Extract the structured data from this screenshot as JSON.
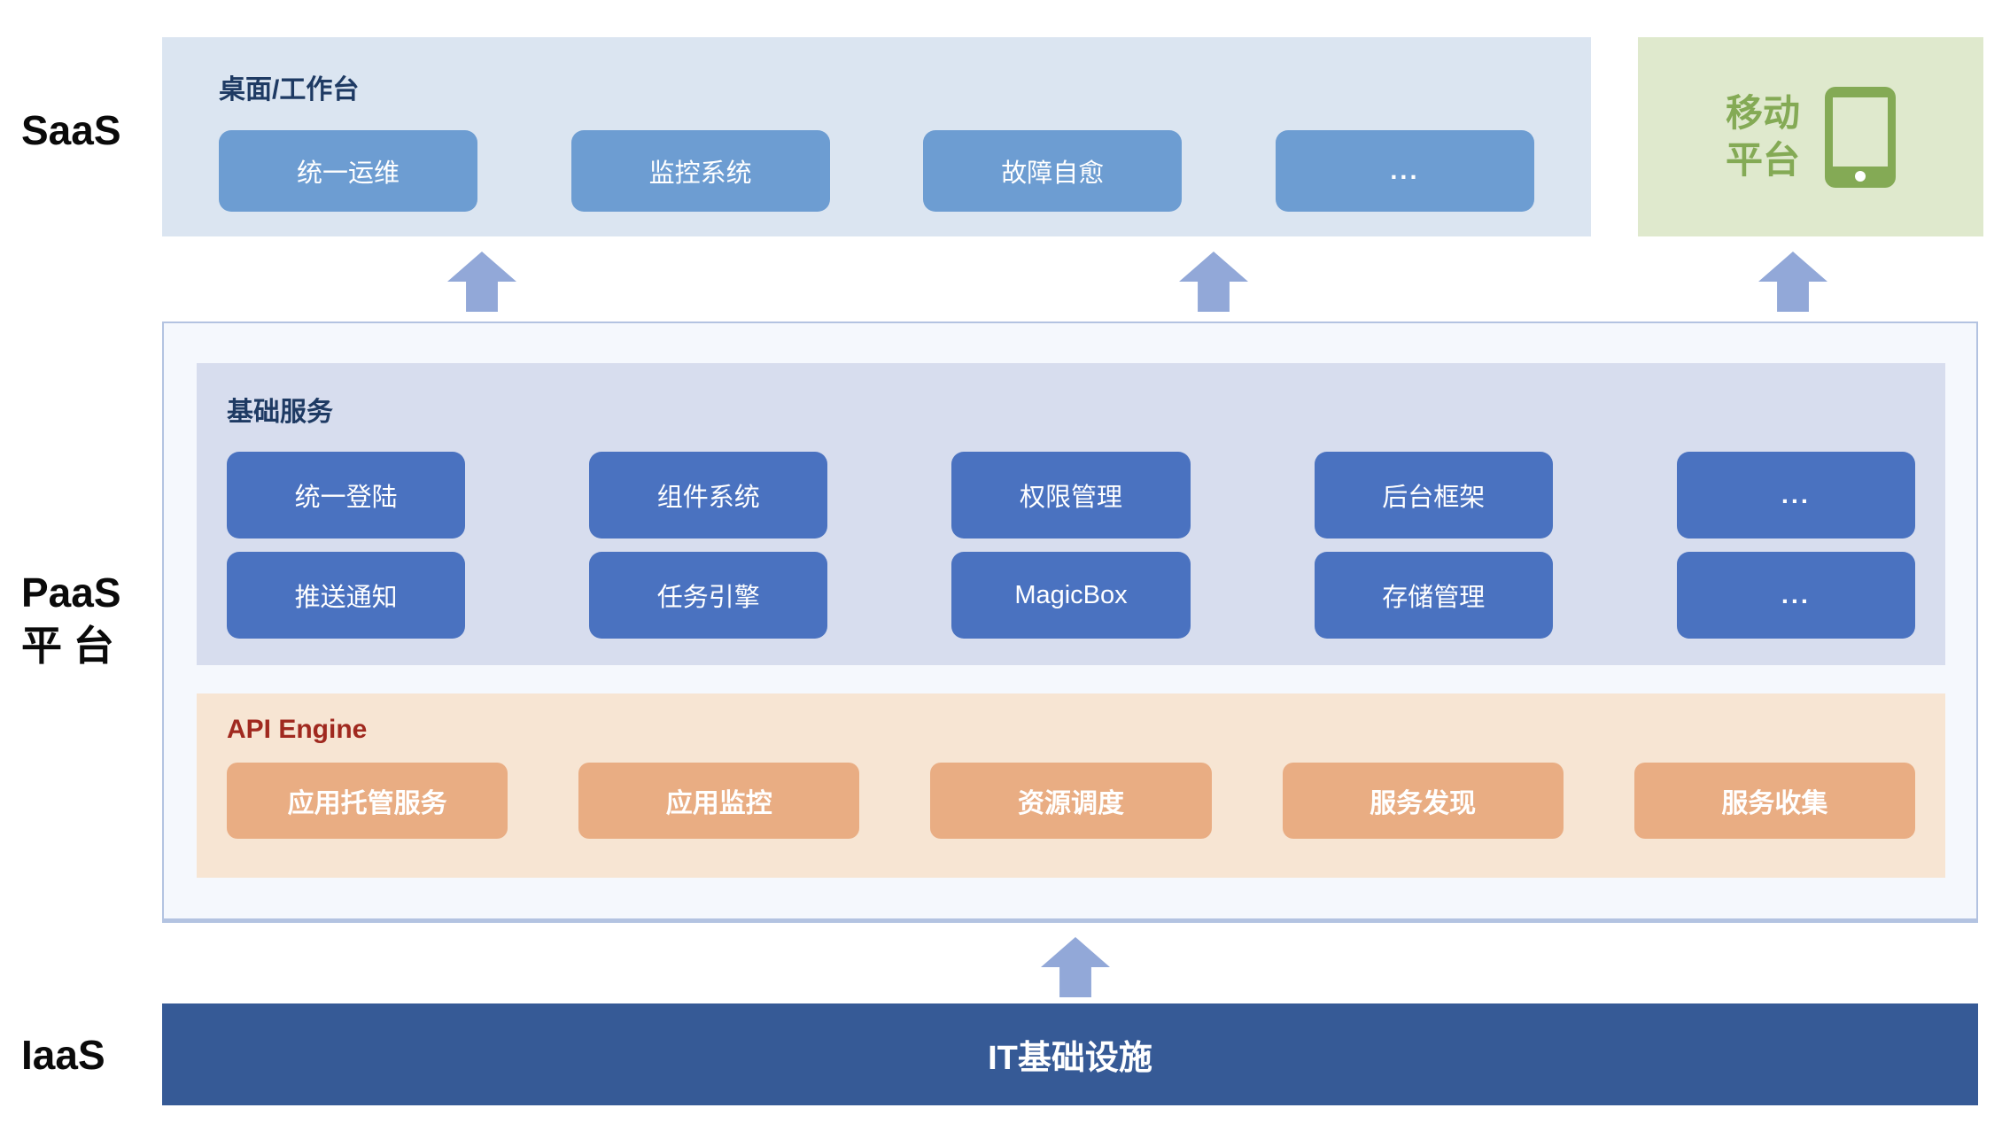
{
  "layers": {
    "saas": {
      "label": "SaaS"
    },
    "paas": {
      "line1": "PaaS",
      "line2": "平 台"
    },
    "iaas": {
      "label": "IaaS"
    }
  },
  "desktop": {
    "title": "桌面/工作台",
    "buttons": [
      "统一运维",
      "监控系统",
      "故障自愈",
      "..."
    ]
  },
  "mobile": {
    "line1": "移动",
    "line2": "平台",
    "icon": "tablet-icon"
  },
  "base_services": {
    "title": "基础服务",
    "buttons": [
      "统一登陆",
      "组件系统",
      "权限管理",
      "后台框架",
      "...",
      "推送通知",
      "任务引擎",
      "MagicBox",
      "存储管理",
      "..."
    ]
  },
  "api_engine": {
    "title": "API Engine",
    "buttons": [
      "应用托管服务",
      "应用监控",
      "资源调度",
      "服务发现",
      "服务收集"
    ]
  },
  "infrastructure": {
    "label": "IT基础设施"
  },
  "colors": {
    "saas_panel": "#dbe5f1",
    "saas_button": "#6d9dd2",
    "mobile_panel": "#dfe9cd",
    "mobile_green": "#84aa55",
    "paas_panel": "#f5f8fd",
    "paas_border": "#b3c3e1",
    "base_panel": "#d7ddee",
    "base_button": "#4a72c0",
    "api_panel": "#f7e5d3",
    "api_button": "#e9ad83",
    "api_title": "#a0291f",
    "heading_navy": "#1e3a63",
    "iaas_bar": "#365a96",
    "arrow": "#92a8d8"
  }
}
